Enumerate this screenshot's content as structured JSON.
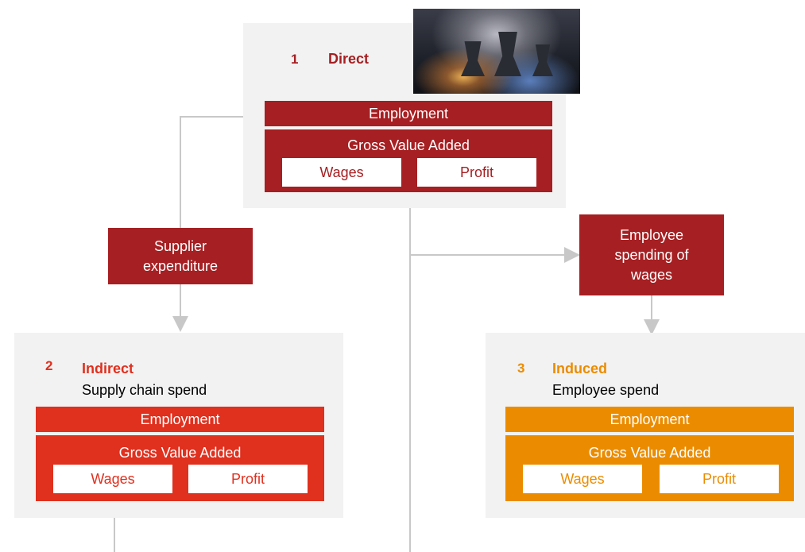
{
  "direct": {
    "number": "1",
    "title": "Direct",
    "employment": "Employment",
    "gva": "Gross Value Added",
    "wages": "Wages",
    "profit": "Profit",
    "photo_icon": "industrial-plant-photo"
  },
  "indirect": {
    "number": "2",
    "title": "Indirect",
    "subtitle": "Supply chain spend",
    "employment": "Employment",
    "gva": "Gross Value Added",
    "wages": "Wages",
    "profit": "Profit"
  },
  "induced": {
    "number": "3",
    "title": "Induced",
    "subtitle": "Employee spend",
    "employment": "Employment",
    "gva": "Gross Value Added",
    "wages": "Wages",
    "profit": "Profit"
  },
  "flows": {
    "supplier": "Supplier expenditure",
    "employee_line1": "Employee",
    "employee_line2": "spending of",
    "employee_line3": "wages"
  },
  "colors": {
    "direct": "#a61f22",
    "indirect": "#e0301e",
    "induced": "#eb8c00",
    "panel": "#f2f2f2",
    "connector": "#c8c8c8"
  }
}
